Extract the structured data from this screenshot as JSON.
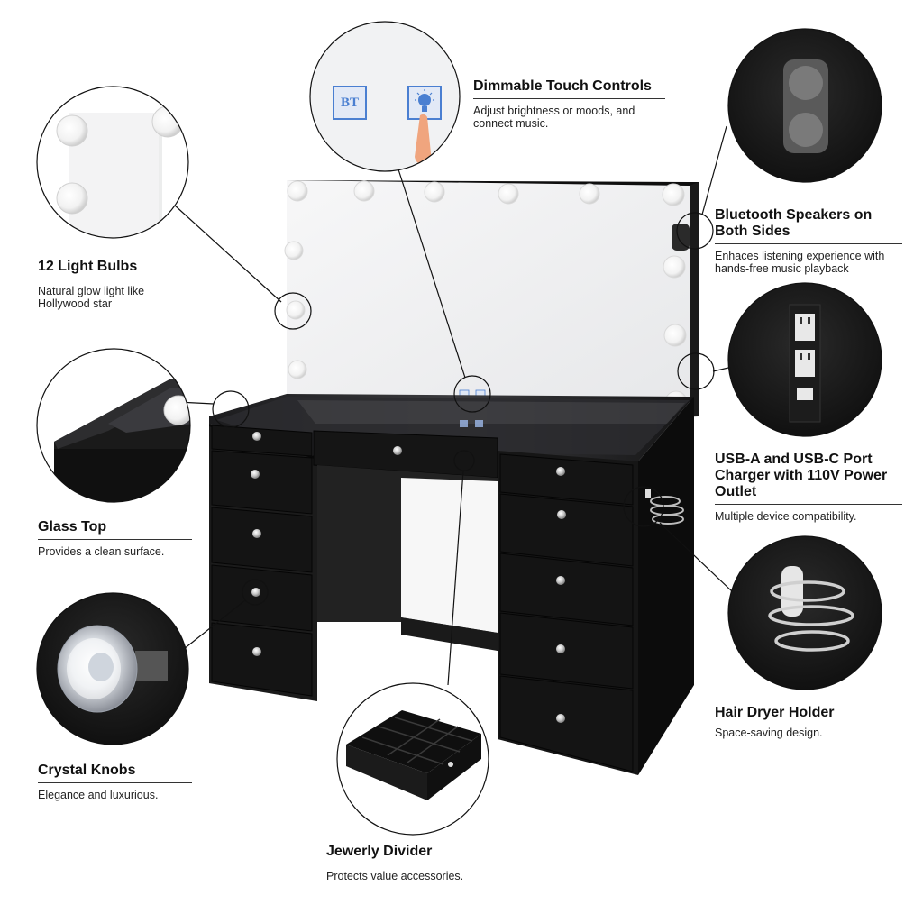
{
  "features": [
    {
      "id": "touch",
      "title": "Dimmable Touch Controls",
      "desc": "Adjust brightness or moods, and connect music."
    },
    {
      "id": "bulbs",
      "title": "12 Light Bulbs",
      "desc": "Natural glow light like Hollywood star"
    },
    {
      "id": "bluetooth",
      "title": "Bluetooth Speakers on Both Sides",
      "desc": "Enhaces listening experience with hands-free music playback"
    },
    {
      "id": "glass",
      "title": "Glass Top",
      "desc": "Provides a clean surface."
    },
    {
      "id": "usb",
      "title": "USB-A and USB-C Port Charger with 110V Power Outlet",
      "desc": "Multiple device compatibility."
    },
    {
      "id": "knobs",
      "title": "Crystal Knobs",
      "desc": "Elegance and luxurious."
    },
    {
      "id": "dryer",
      "title": "Hair Dryer Holder",
      "desc": "Space-saving design."
    },
    {
      "id": "divider",
      "title": "Jewerly Divider",
      "desc": "Protects value accessories."
    }
  ],
  "touch_icons": {
    "bluetooth": "BT",
    "light": "bulb-icon"
  },
  "colors": {
    "cabinet": "#121212",
    "mirror": "#f1f2f3",
    "accent": "#4a7fd1",
    "text": "#111111"
  }
}
